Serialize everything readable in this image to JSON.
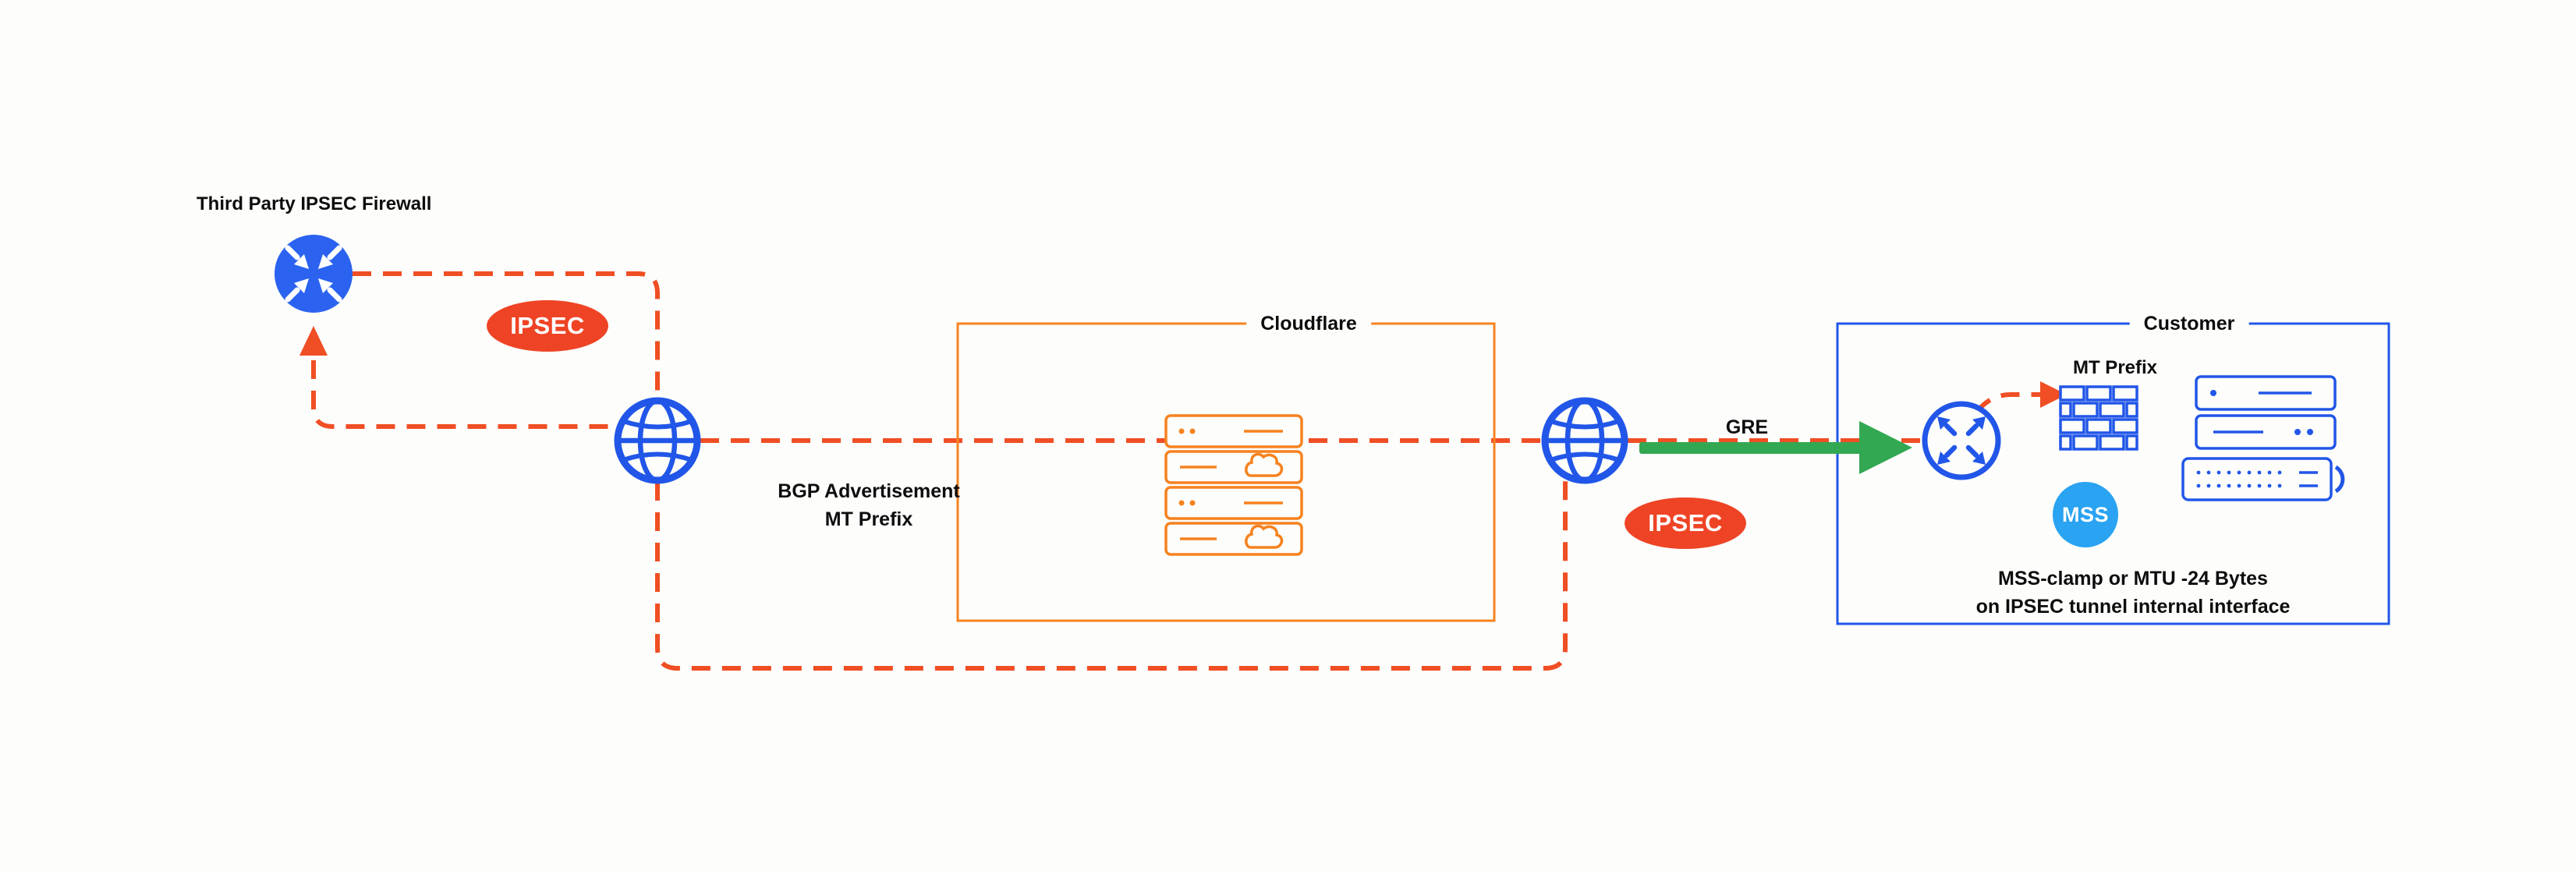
{
  "page": {
    "background": "#fdfdfb"
  },
  "colors": {
    "tunnel_dash": "#f04e24",
    "badge_red": "#ee4425",
    "cloudflare_orange": "#f6821f",
    "blue": "#2156e8",
    "router_blue": "#2b63f0",
    "mss_blue": "#29a3f2",
    "green": "#33a852",
    "text": "#0d0d0d"
  },
  "labels": {
    "third_party_firewall": "Third Party IPSEC Firewall",
    "ipsec_left": "IPSEC",
    "ipsec_right": "IPSEC",
    "bgp_line1": "BGP Advertisement",
    "bgp_line2": "MT Prefix",
    "cloudflare_box": "Cloudflare",
    "gre": "GRE",
    "customer_box": "Customer",
    "mt_prefix": "MT Prefix",
    "mss": "MSS",
    "mss_note_line1": "MSS-clamp or MTU -24 Bytes",
    "mss_note_line2": "on IPSEC tunnel internal interface"
  },
  "icons": {
    "left_router": "router-icon",
    "left_globe": "internet-globe-icon",
    "right_globe": "internet-globe-icon",
    "customer_router": "router-icon",
    "firewall": "firewall-brick-icon",
    "cloudflare_servers": "server-stack-icon",
    "customer_servers": "server-stack-icon",
    "green_arrow": "gre-tunnel-arrow-icon",
    "up_arrow": "tunnel-arrow-up-icon",
    "mt_prefix_arrow": "prefix-arrow-right-icon"
  }
}
